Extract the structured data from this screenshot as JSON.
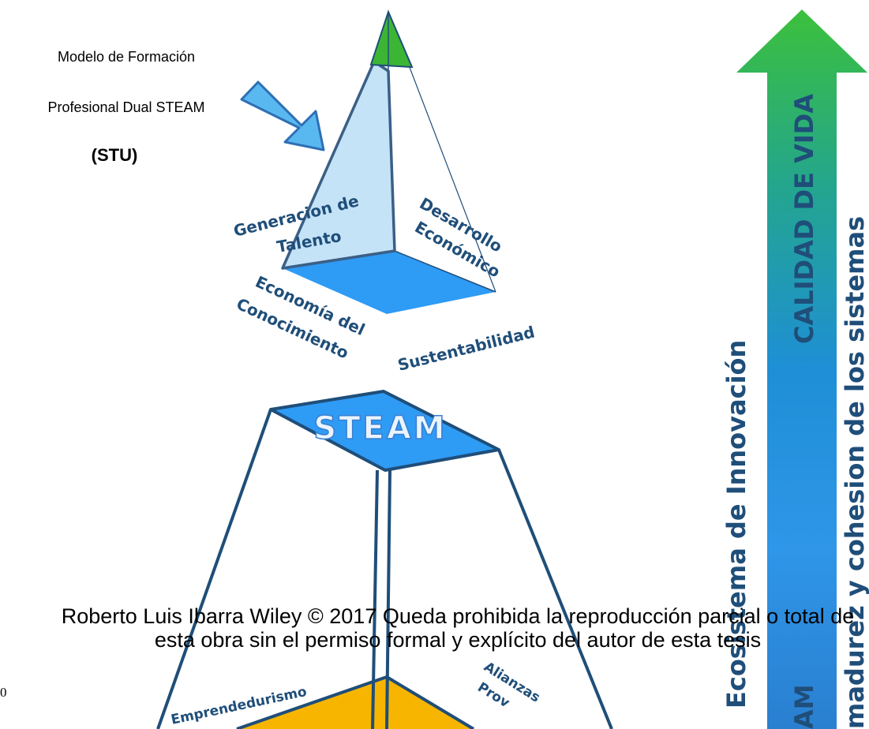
{
  "caption": {
    "line1": "Modelo de Formación",
    "line2": "Profesional Dual STEAM",
    "line3": "(STU)"
  },
  "pyramid": {
    "top_faces": {
      "talent": "Generacion de Talento",
      "development": "Desarrollo Económico",
      "knowledge": "Economía del Conocimiento",
      "sustainability": "Sustentabilidad"
    },
    "steam_label": "STEAM",
    "lower_labels": {
      "entrepreneurship": "Emprendedurismo",
      "alliances": "Alianzas Prov"
    }
  },
  "right_side": {
    "innovation_label": "Ecosistema de Innovación",
    "quality_label": "CALIDAD DE VIDA",
    "maturity_label": "madurez y cohesion de los sistemas",
    "bottom_cut_label": "AM"
  },
  "footer": {
    "line1": "Roberto Luis Ibarra Wiley © 2017 Queda prohibida la reproducción parcial o total de",
    "line2": "esta obra sin el permiso formal y explícito del autor de esta tesis",
    "page_number": "0"
  },
  "colors": {
    "navy": "#1f4e79",
    "light_face": "#c5e3f7",
    "blue_face": "#2e9bf5",
    "green_tip": "#3cb534",
    "yellow_base": "#f7b500",
    "arrow_blue": "#5ab8f0"
  }
}
